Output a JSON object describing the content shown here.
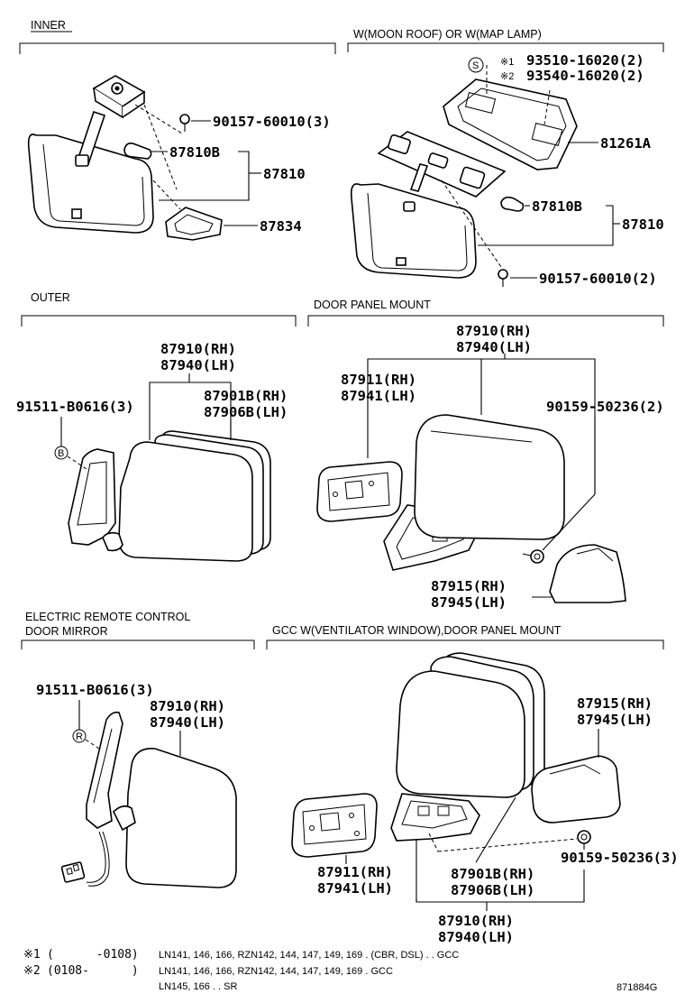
{
  "sections": {
    "inner": "INNER",
    "moon_roof": "W(MOON ROOF) OR W(MAP LAMP)",
    "outer": "OUTER",
    "door_panel_mount": "DOOR PANEL MOUNT",
    "electric_line1": "ELECTRIC REMOTE CONTROL",
    "electric_line2": "DOOR MIRROR",
    "gcc": "GCC W(VENTILATOR WINDOW),DOOR PANEL MOUNT"
  },
  "inner_parts": {
    "screw": "90157-60010(3)",
    "bulb": "87810B",
    "mirror": "87810",
    "cover": "87834"
  },
  "moon_parts": {
    "circle_s": "S",
    "ref1_mark": "※1",
    "ref2_mark": "※2",
    "ref1": "93510-16020(2)",
    "ref2": "93540-16020(2)",
    "housing": "81261A",
    "bulb": "87810B",
    "mirror": "87810",
    "screw": "90157-60010(2)"
  },
  "outer_parts": {
    "assy_rh": "87910(RH)",
    "assy_lh": "87940(LH)",
    "bracket": "91511-B0616(3)",
    "circle_b": "B",
    "glass_rh": "87901B(RH)",
    "glass_lh": "87906B(LH)"
  },
  "door_parts": {
    "assy_rh": "87910(RH)",
    "assy_lh": "87940(LH)",
    "gasket_rh": "87911(RH)",
    "gasket_lh": "87941(LH)",
    "screw": "90159-50236(2)",
    "cover_rh": "87915(RH)",
    "cover_lh": "87945(LH)"
  },
  "electric_parts": {
    "bracket": "91511-B0616(3)",
    "circle_r": "R",
    "assy_rh": "87910(RH)",
    "assy_lh": "87940(LH)"
  },
  "gcc_parts": {
    "cover_rh": "87915(RH)",
    "cover_lh": "87945(LH)",
    "screw": "90159-50236(3)",
    "gasket_rh": "87911(RH)",
    "gasket_lh": "87941(LH)",
    "glass_rh": "87901B(RH)",
    "glass_lh": "87906B(LH)",
    "assy_rh": "87910(RH)",
    "assy_lh": "87940(LH)"
  },
  "notes": {
    "n1_mark": "※1",
    "n1_range": "(      -0108)",
    "n1_text": "LN141, 146, 166, RZN142, 144, 147, 149, 169 . (CBR, DSL) . . GCC",
    "n2_mark": "※2",
    "n2_range": "(0108-      )",
    "n2_text": "LN141, 146, 166, RZN142, 144, 147, 149, 169 . GCC",
    "n3_text": "LN145, 166 . . SR"
  },
  "figure_code": "871884G"
}
